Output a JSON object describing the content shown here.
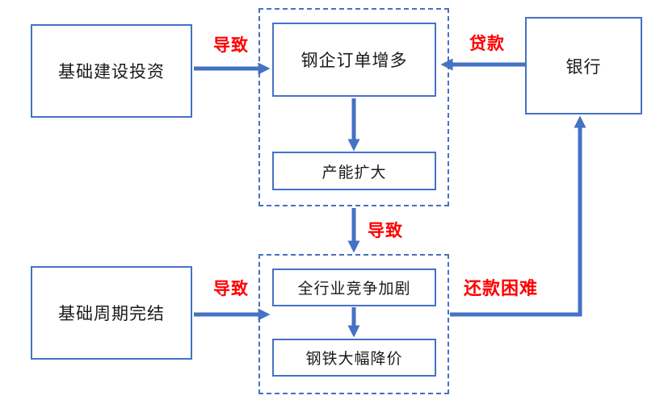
{
  "colors": {
    "accent": "#4472C4",
    "label_red": "#FF0000",
    "text": "#1a1a1a",
    "background": "#FFFFFF"
  },
  "boxes": {
    "infrastructure_investment": "基础建设投资",
    "steel_orders_increase": "钢企订单增多",
    "capacity_expansion": "产能扩大",
    "bank": "银行",
    "infrastructure_cycle_end": "基础周期完结",
    "industry_competition": "全行业竞争加剧",
    "steel_price_drop": "钢铁大幅降价"
  },
  "labels": {
    "causes_top": "导致",
    "loan": "贷款",
    "causes_middle": "导致",
    "causes_bottom": "导致",
    "repayment_difficulty": "还款困难"
  }
}
